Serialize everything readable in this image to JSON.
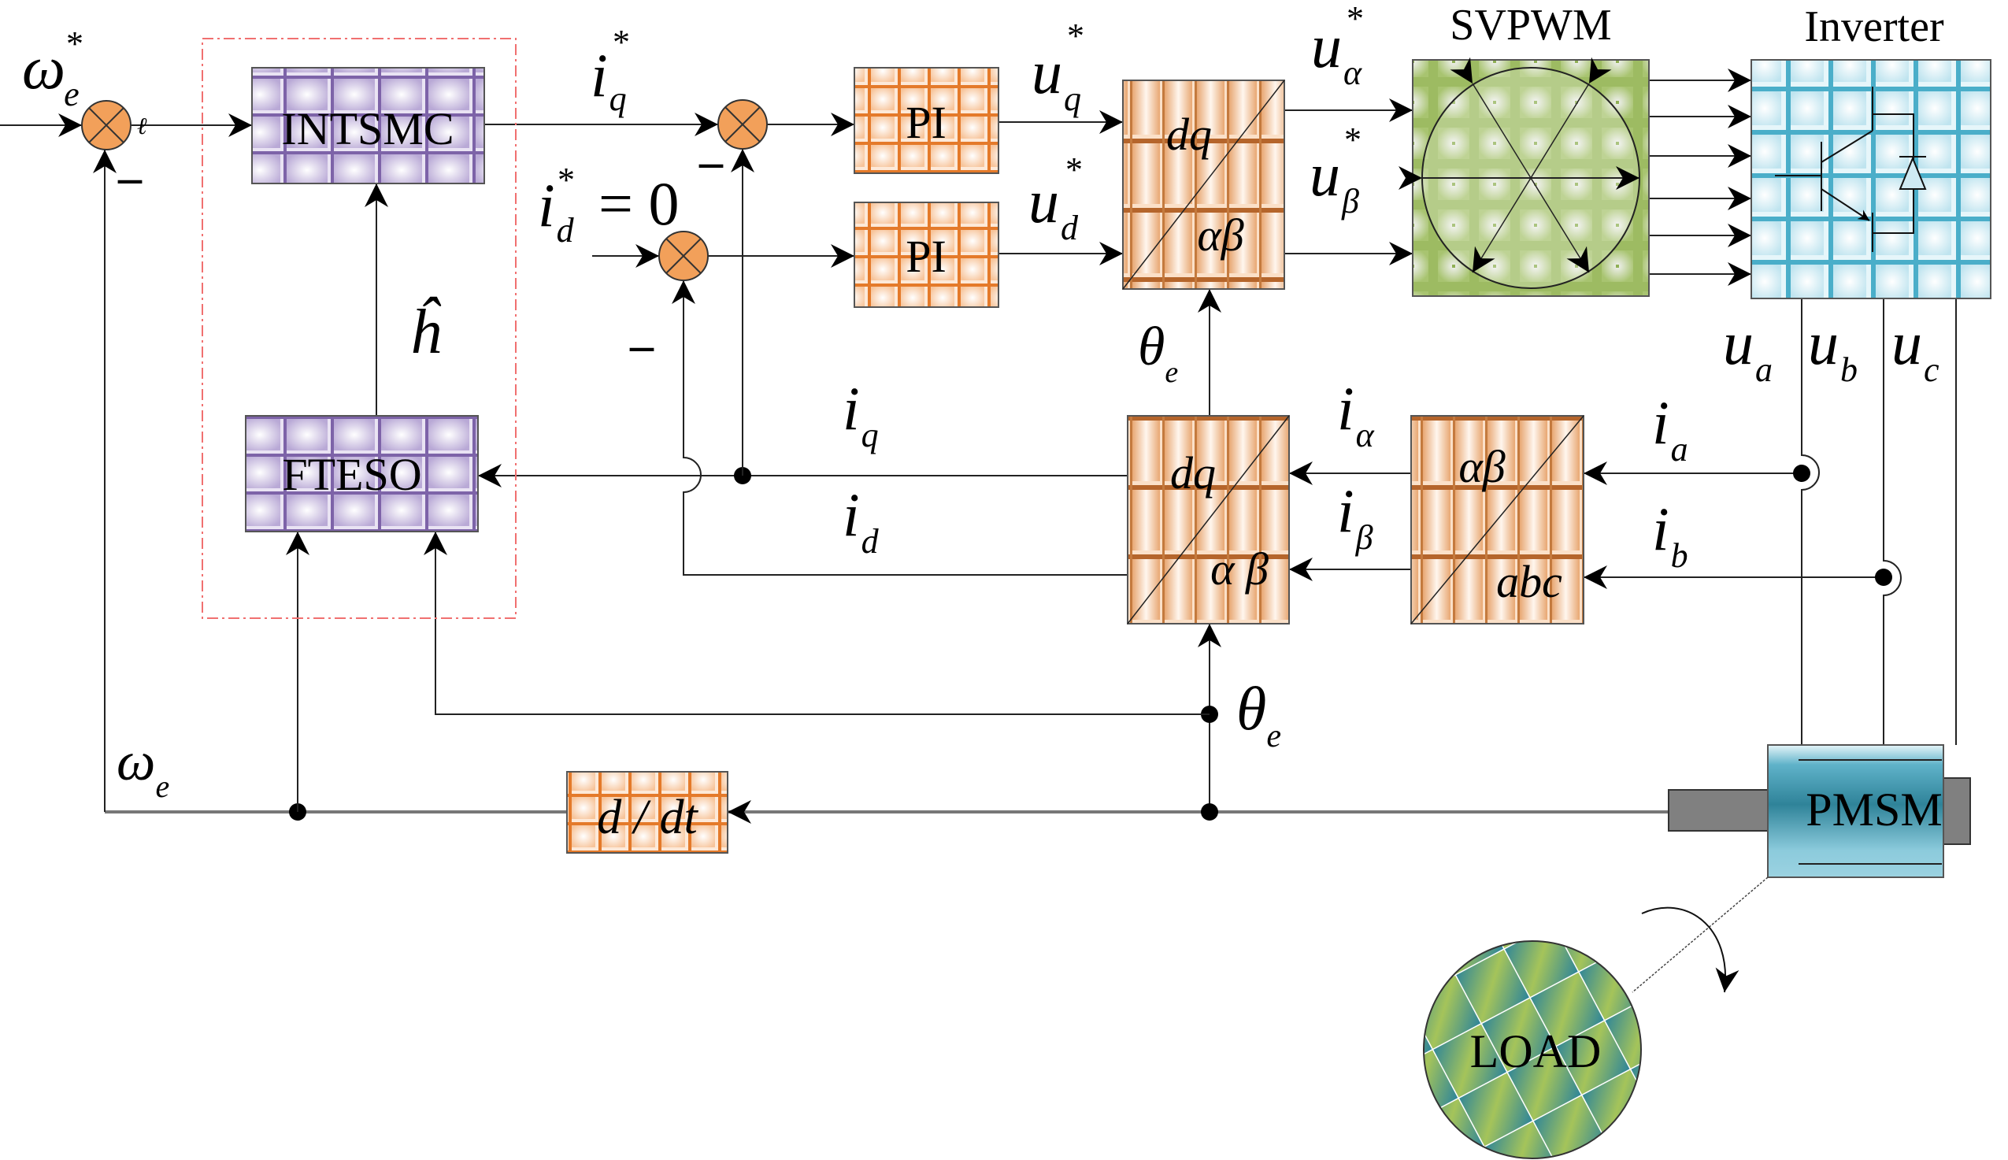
{
  "diagram": {
    "blocks": {
      "intsmc": "INTSMC",
      "fteso": "FTESO",
      "pi_q": "PI",
      "pi_d": "PI",
      "park_top_upper": "dq",
      "park_top_lower": "αβ",
      "park_bottom_upper": "dq",
      "park_bottom_lower": "α β",
      "clarke_upper": "αβ",
      "clarke_lower": "abc",
      "derivative": "d / dt",
      "svpwm_title": "SVPWM",
      "inverter_title": "Inverter",
      "motor": "PMSM",
      "load": "LOAD"
    },
    "signals": {
      "omega_ref": {
        "base": "ω",
        "sub": "e",
        "sup": "*"
      },
      "iq_ref": {
        "base": "i",
        "sub": "q",
        "sup": "*"
      },
      "id_ref": {
        "base": "i",
        "sub": "d",
        "sup": "*",
        "tail": "= 0"
      },
      "uq_ref": {
        "base": "u",
        "sub": "q",
        "sup": "*"
      },
      "ud_ref": {
        "base": "u",
        "sub": "d",
        "sup": "*"
      },
      "ualpha_ref": {
        "base": "u",
        "sub": "α",
        "sup": "*"
      },
      "ubeta_ref": {
        "base": "u",
        "sub": "β",
        "sup": "*"
      },
      "h_hat": "ĥ",
      "theta_top": {
        "base": "θ",
        "sub": "e"
      },
      "theta_bottom": {
        "base": "θ",
        "sub": "e"
      },
      "iq": {
        "base": "i",
        "sub": "q"
      },
      "id": {
        "base": "i",
        "sub": "d"
      },
      "ialpha": {
        "base": "i",
        "sub": "α"
      },
      "ibeta": {
        "base": "i",
        "sub": "β"
      },
      "ia": {
        "base": "i",
        "sub": "a"
      },
      "ib": {
        "base": "i",
        "sub": "b"
      },
      "ua": {
        "base": "u",
        "sub": "a"
      },
      "ub": {
        "base": "u",
        "sub": "b"
      },
      "uc": {
        "base": "u",
        "sub": "c"
      },
      "omega_e": {
        "base": "ω",
        "sub": "e"
      },
      "minus": "–",
      "stray_mark": "ℓ"
    },
    "colors": {
      "summer_fill": "#f2a05a",
      "purple_block": "#c9bde0",
      "purple_grid": "#7d63a8",
      "orange_block": "#fbe3cf",
      "orange_grid": "#e47a2a",
      "brown_grid": "#b5652b",
      "svpwm_green": "#9dbb62",
      "inverter_blue": "#d8f0f7",
      "inverter_grid": "#4aaec9",
      "pmsm_blue": "#4a9fb8",
      "load_green": "#a5c45a",
      "load_teal": "#2e8599",
      "dashed_box": "#f07070"
    }
  }
}
